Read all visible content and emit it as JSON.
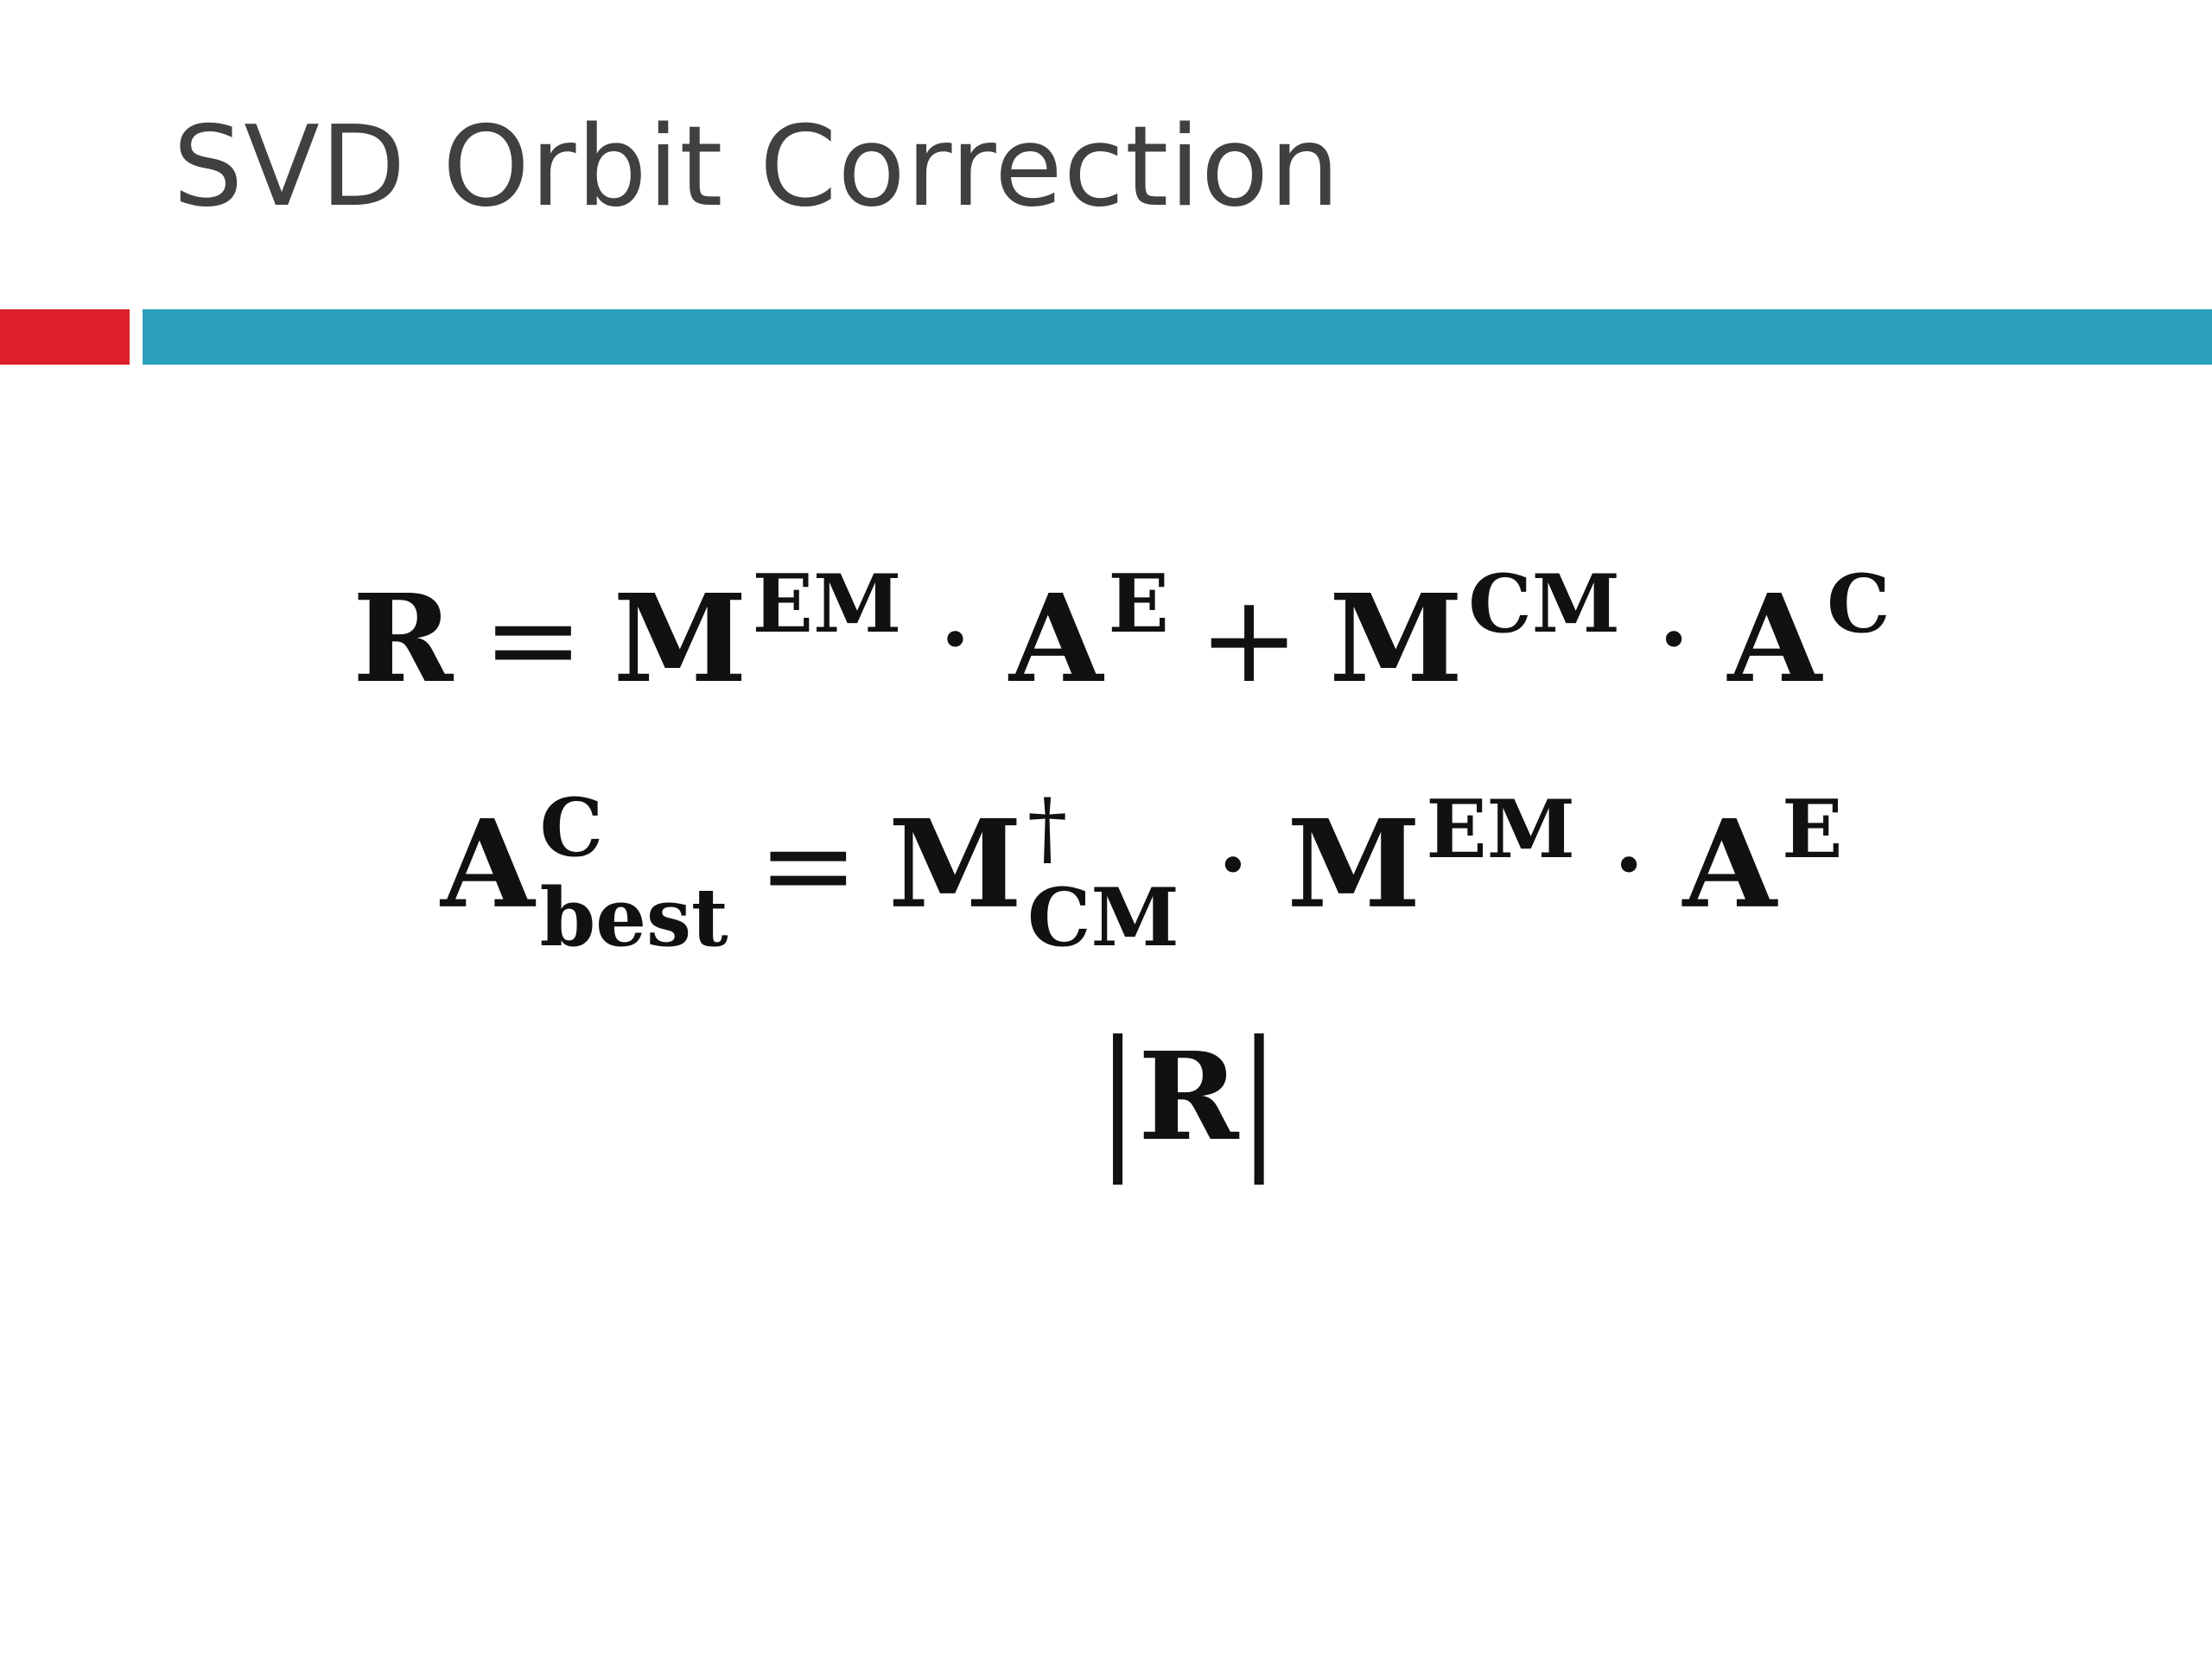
{
  "slide": {
    "title": "SVD Orbit Correction",
    "colors": {
      "title_text": "#404040",
      "accent_red": "#dc1f2b",
      "accent_teal": "#2aa0bd"
    }
  },
  "equations": {
    "eq1": {
      "lhs": "R",
      "equals": "=",
      "t1_base": "M",
      "t1_sup": "EM",
      "dot1": "·",
      "t2_base": "A",
      "t2_sup": "E",
      "plus": "+",
      "t3_base": "M",
      "t3_sup": "CM",
      "dot2": "·",
      "t4_base": "A",
      "t4_sup": "C"
    },
    "eq2": {
      "lhs_base": "A",
      "lhs_sup": "C",
      "lhs_sub": "best",
      "equals": "=",
      "t1_base": "M",
      "t1_sup": "†",
      "t1_sub": "CM",
      "dot1": "·",
      "t2_base": "M",
      "t2_sup": "EM",
      "dot2": "·",
      "t3_base": "A",
      "t3_sup": "E"
    },
    "eq3": {
      "left_bar": "|",
      "body": "R",
      "right_bar": "|"
    }
  }
}
